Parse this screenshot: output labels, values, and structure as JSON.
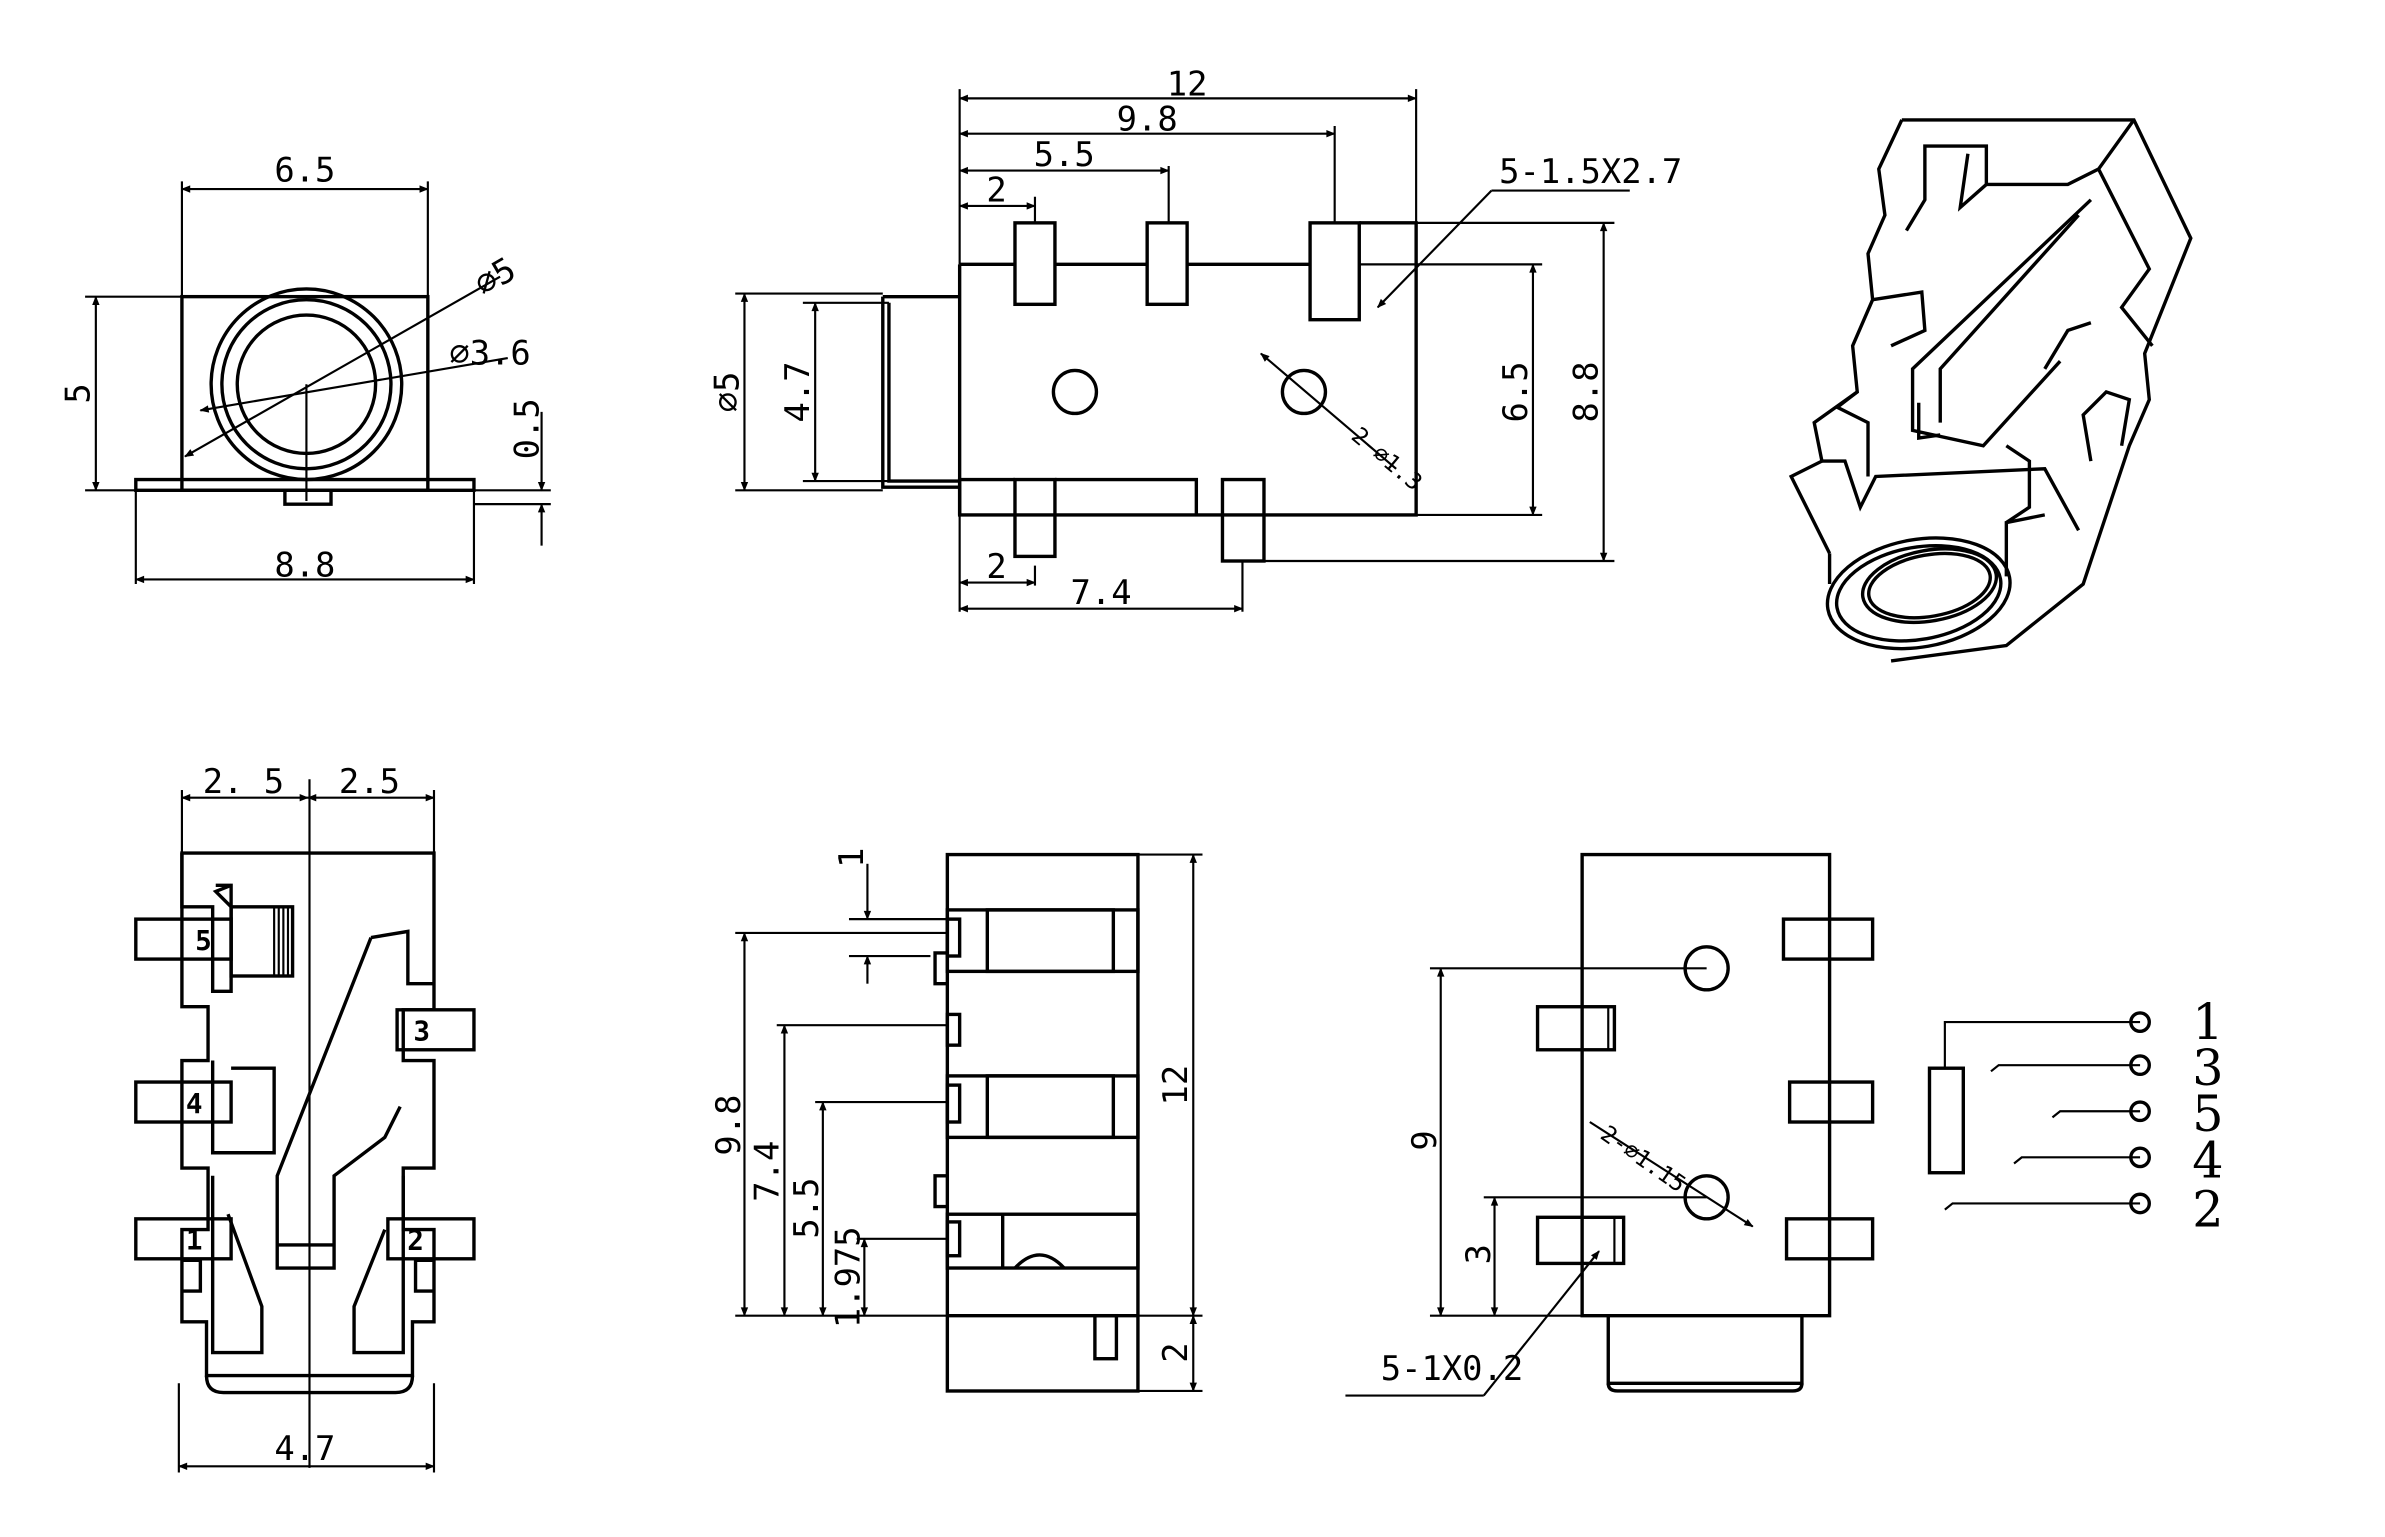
{
  "front_view": {
    "width_top": "6.5",
    "height": "5",
    "diameter_outer": "⌀5",
    "diameter_inner": "⌀3.6",
    "foot_height": "0.5",
    "width_base": "8.8"
  },
  "top_view": {
    "length_total": "12",
    "dist_98": "9.8",
    "dist_55": "5.5",
    "dist_2_top": "2",
    "pin_spec": "5-1.5X2.7",
    "body_diameter": "⌀5",
    "body_height": "4.7",
    "width_65": "6.5",
    "width_88": "8.8",
    "holes": "2-⌀1.3",
    "dist_2_bottom": "2",
    "dist_74": "7.4"
  },
  "bottom_view": {
    "half_left": "2. 5",
    "half_right": "2.5",
    "width_47": "4.7",
    "pins": [
      "5",
      "3",
      "4",
      "1",
      "2"
    ]
  },
  "side_view": {
    "dim_1": "1",
    "dim_98": "9.8",
    "dim_74": "7.4",
    "dim_55": "5.5",
    "dim_1975": "1.975",
    "dim_12": "12",
    "dim_2": "2"
  },
  "pcb_view": {
    "dim_9": "9",
    "dim_3": "3",
    "holes": "2-⌀1.15",
    "pad_spec": "5-1X0.2"
  },
  "schematic": {
    "labels": [
      "1",
      "3",
      "5",
      "4",
      "2"
    ]
  }
}
